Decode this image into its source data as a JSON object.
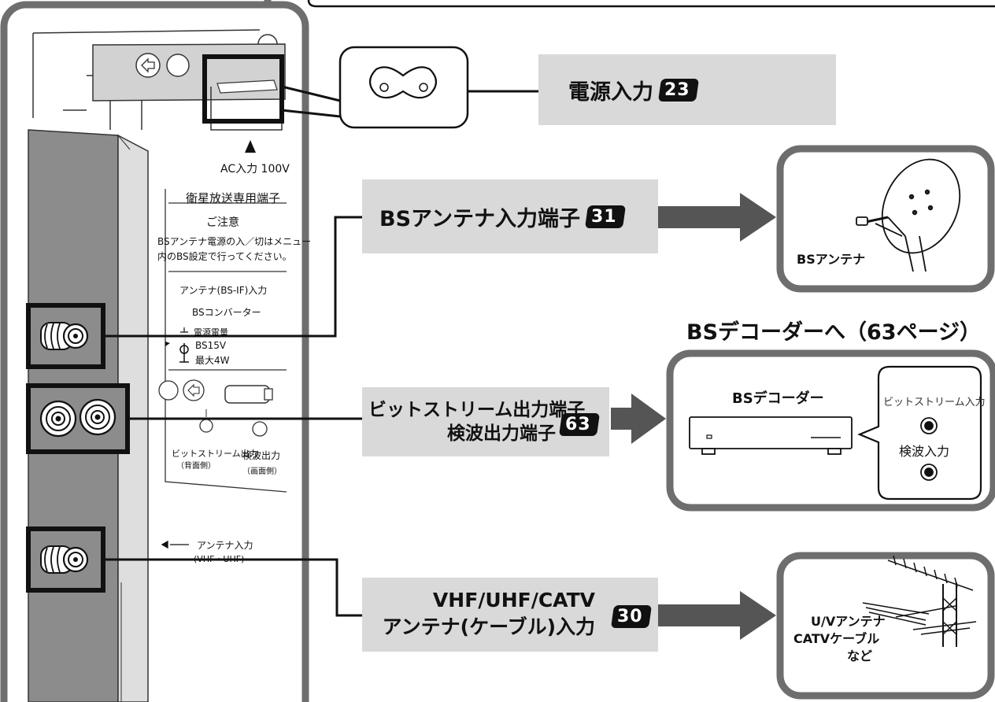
{
  "tv_panel": {
    "ac_label": "AC入力 100V",
    "sat_title": "衛星放送専用端子",
    "caution_title": "ご注意",
    "caution_line1": "BSアンテナ電源の入／切はメニュー",
    "caution_line2": "内のBS設定で行ってください。",
    "antenna_bs_if": "アンテナ(BS-IF)入力",
    "bs_converter": "BSコンバーター",
    "power_supply": "電源電量",
    "bs15v": "BS15V",
    "max4w": "最大4W",
    "bitstream_out": "ビットストリーム出力",
    "bitstream_side": "（背面側）",
    "detect_out": "検波出力",
    "detect_side": "（画面側）",
    "antenna_in": "アンテナ入力",
    "vhf_uhf": "(VHF・UHF)"
  },
  "labels": {
    "power_in": {
      "text": "電源入力",
      "page": "23"
    },
    "bs_antenna_in": {
      "text": "BSアンテナ入力端子",
      "page": "31"
    },
    "bitstream": {
      "line1": "ビットストリーム出力端子",
      "line2": "検波出力端子",
      "page": "63"
    },
    "vhf": {
      "line1": "VHF/UHF/CATV",
      "line2": "アンテナ(ケーブル)入力",
      "page": "30"
    }
  },
  "devices": {
    "bs_antenna": {
      "label": "BSアンテナ"
    },
    "decoder_heading": "BSデコーダーへ（63ページ）",
    "bs_decoder": {
      "label": "BSデコーダー",
      "input1": "ビットストリーム入力",
      "input2": "検波入力"
    },
    "uv_antenna": {
      "line1": "U/Vアンテナ",
      "line2": "CATVケーブル",
      "line3": "など"
    }
  },
  "colors": {
    "frame": "#6e6e6e",
    "label_bg": "#d9d9d9",
    "panel_dark": "#8c8c8c",
    "panel_light": "#dedede",
    "arrow": "#555555"
  }
}
